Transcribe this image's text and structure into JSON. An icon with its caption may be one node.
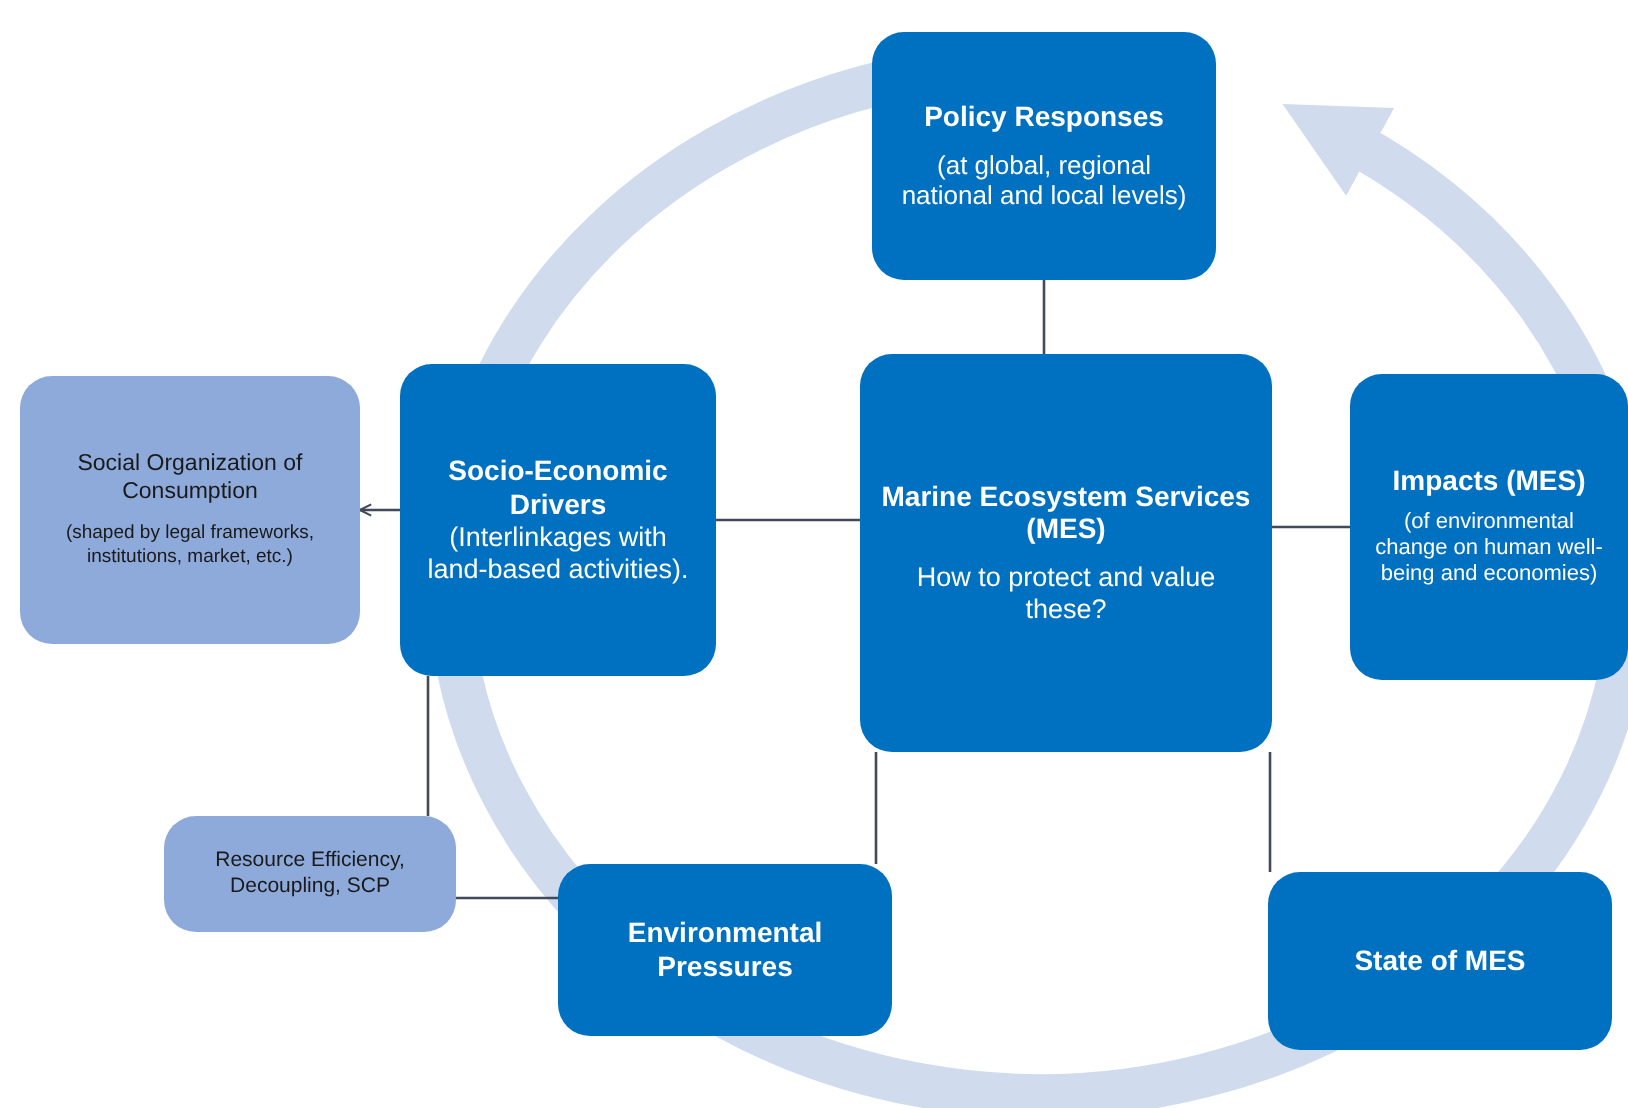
{
  "diagram": {
    "nodes": [
      {
        "text": [
          "Policy Responses",
          "(at global, regional national and local levels)"
        ]
      },
      {
        "text": [
          "Social Organization of Consumption",
          "(shaped by legal frameworks, institutions, market, etc.)"
        ]
      },
      {
        "text": [
          "Socio-Economic Drivers",
          "(Interlinkages with land-based activities)."
        ]
      },
      {
        "text": [
          "Marine Ecosystem Services (MES)",
          "How to protect and value these?"
        ]
      },
      {
        "text": [
          "Impacts (MES)",
          "(of environmental change on human well-being and economies)"
        ]
      },
      {
        "text": [
          "Resource Efficiency, Decoupling, SCP"
        ]
      },
      {
        "text": [
          "Environmental Pressures"
        ]
      },
      {
        "text": [
          "State of MES"
        ]
      }
    ],
    "edges": [
      {
        "from": 0,
        "to": 3,
        "arrow": "none"
      },
      {
        "from": 2,
        "to": 1,
        "arrow": "to"
      },
      {
        "from": 2,
        "to": 3,
        "arrow": "none"
      },
      {
        "from": 3,
        "to": 4,
        "arrow": "none"
      },
      {
        "from": 3,
        "to": 6,
        "arrow": "none"
      },
      {
        "from": 3,
        "to": 7,
        "arrow": "none"
      },
      {
        "from": 2,
        "to": 5,
        "arrow": "none"
      },
      {
        "from": 5,
        "to": 6,
        "arrow": "none"
      }
    ]
  }
}
